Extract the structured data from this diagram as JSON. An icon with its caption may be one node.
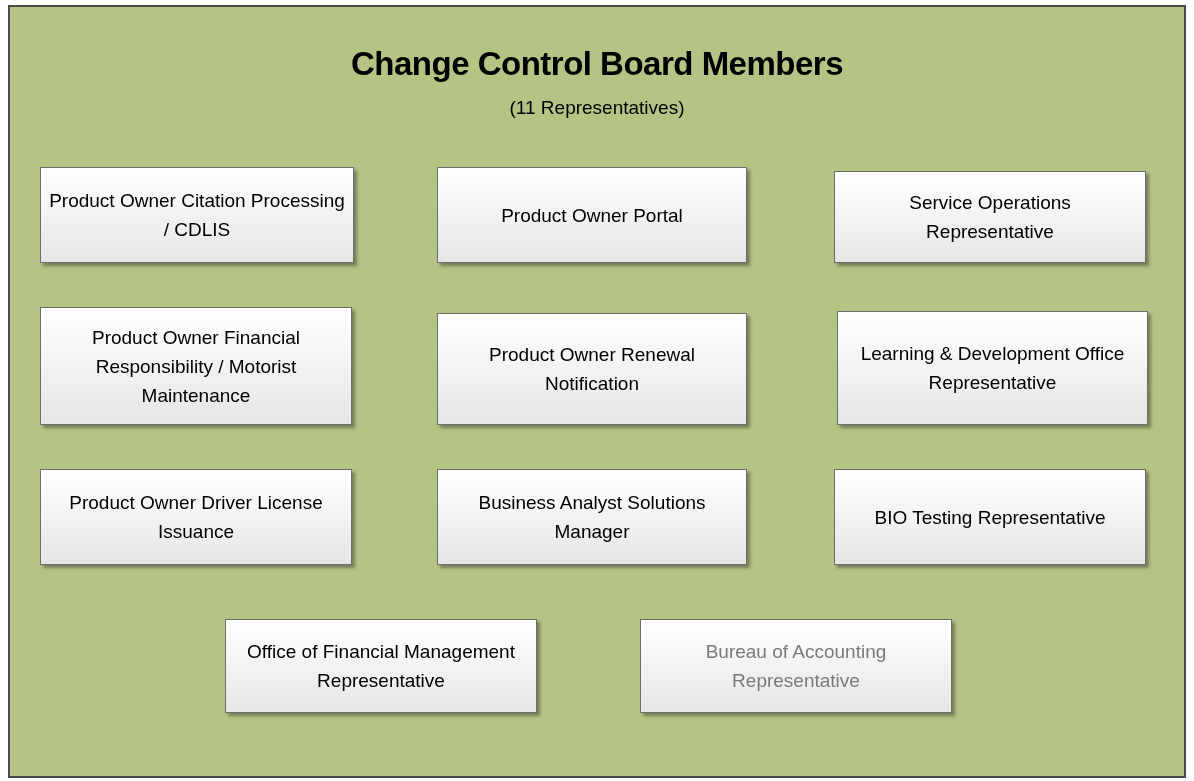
{
  "diagram": {
    "nodes": [
      {
        "text": [
          "Change Control Board Members",
          "(11 Representatives)"
        ]
      },
      {
        "text": [
          "Product Owner Citation Processing / CDLIS"
        ],
        "in": 0
      },
      {
        "text": [
          "Product Owner Portal"
        ],
        "in": 0
      },
      {
        "text": [
          "Service Operations Representative"
        ],
        "in": 0
      },
      {
        "text": [
          "Product Owner Financial Responsibility / Motorist Maintenance"
        ],
        "in": 0
      },
      {
        "text": [
          "Product Owner Renewal Notification"
        ],
        "in": 0
      },
      {
        "text": [
          "Learning & Development Office Representative"
        ],
        "in": 0
      },
      {
        "text": [
          "Product Owner Driver License Issuance"
        ],
        "in": 0
      },
      {
        "text": [
          "Business Analyst Solutions Manager"
        ],
        "in": 0
      },
      {
        "text": [
          "BIO Testing Representative"
        ],
        "in": 0
      },
      {
        "text": [
          "Office of Financial Management Representative"
        ],
        "in": 0
      },
      {
        "text": [
          "Bureau of Accounting Representative"
        ],
        "in": 0
      }
    ],
    "edges": []
  }
}
